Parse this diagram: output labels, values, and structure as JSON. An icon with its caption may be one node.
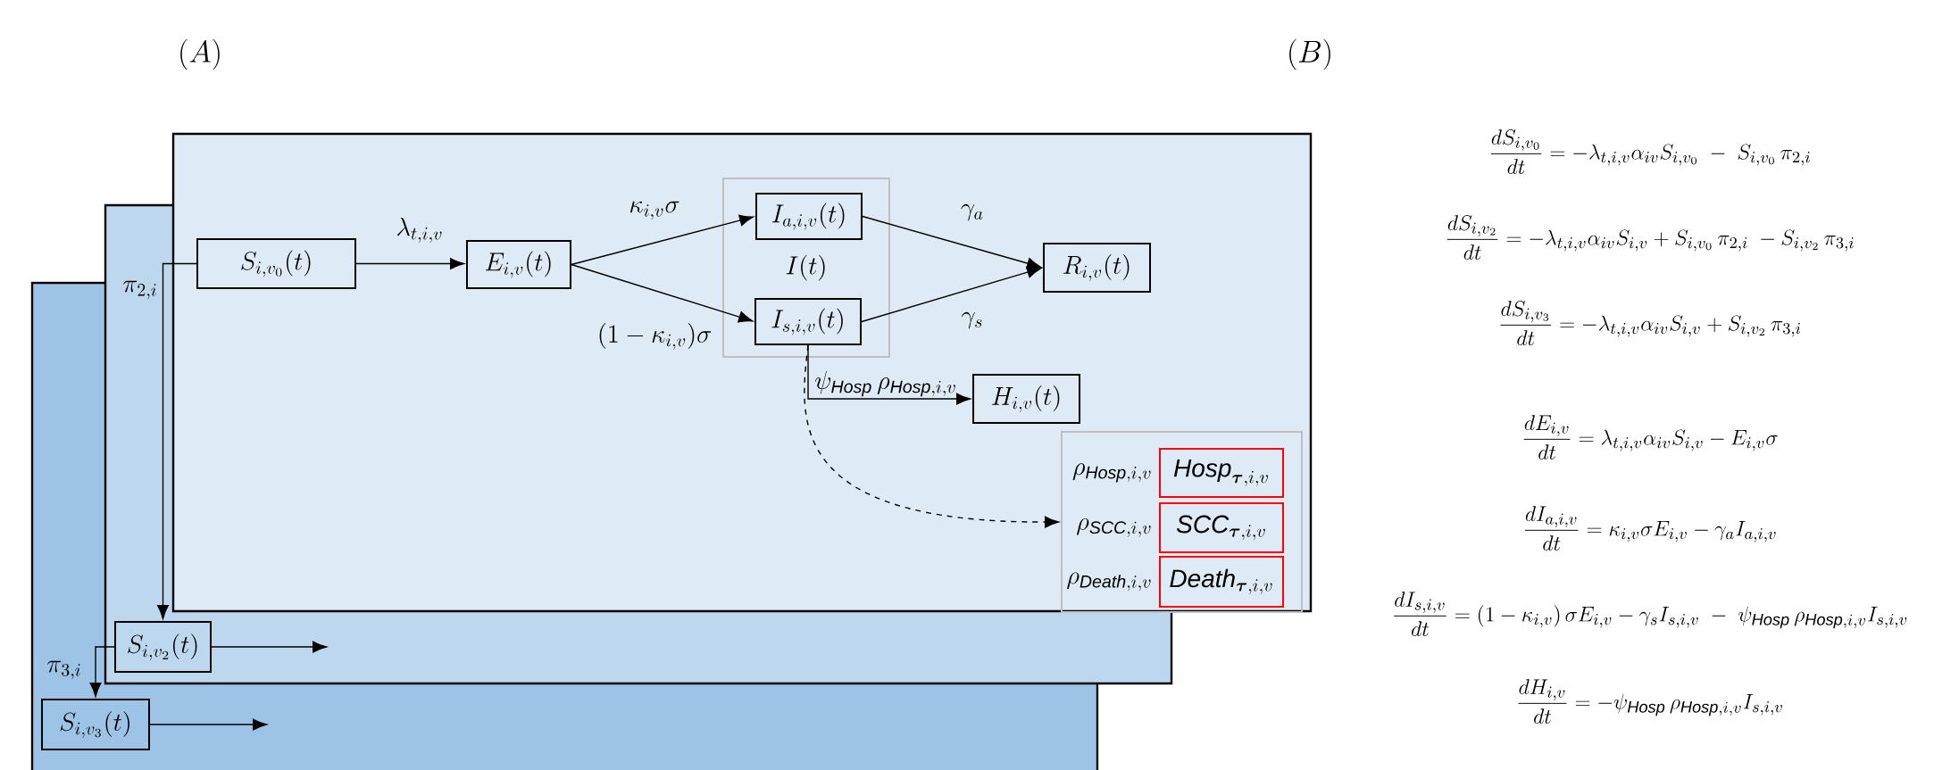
{
  "diagram": {
    "nodes": [
      {
        "text": [
          "S_{i,v_0}(t)"
        ]
      },
      {
        "text": [
          "E_{i,v}(t)"
        ]
      },
      {
        "text": [
          "I(t)"
        ]
      },
      {
        "text": [
          "I_{a,i,v}(t)"
        ],
        "in": 2
      },
      {
        "text": [
          "I_{s,i,v}(t)"
        ],
        "in": 2
      },
      {
        "text": [
          "R_{i,v}(t)"
        ]
      },
      {
        "text": [
          "H_{i,v}(t)"
        ]
      },
      {
        "text": [],
        "shape": "box"
      },
      {
        "text": [
          "\\mathit{Hosp}_{\\boldsymbol{\\tau},i,v}"
        ],
        "beside": [
          "\\rho_{\\mathit{Hosp},i,v}"
        ],
        "in": 7
      },
      {
        "text": [
          "\\mathit{SCC}_{\\boldsymbol{\\tau},i,v}"
        ],
        "beside": [
          "\\rho_{\\mathit{SCC},i,v}"
        ],
        "in": 7
      },
      {
        "text": [
          "\\mathit{Death}_{\\boldsymbol{\\tau},i,v}"
        ],
        "beside": [
          "\\rho_{\\mathit{Death},i,v}"
        ],
        "in": 7
      },
      {
        "text": [
          "S_{i,v_2}(t)"
        ]
      },
      {
        "text": [
          "S_{i,v_3}(t)"
        ]
      }
    ],
    "edges": [
      {
        "from": 0,
        "to": 1,
        "arrow": "to",
        "label": "\\lambda_{t,i,v}"
      },
      {
        "from": 1,
        "to": 3,
        "arrow": "to",
        "label": "\\kappa_{i,v}\\sigma"
      },
      {
        "from": 1,
        "to": 4,
        "arrow": "to",
        "label": "(1-\\kappa_{i,v})\\sigma"
      },
      {
        "from": 3,
        "to": 5,
        "arrow": "to",
        "label": "\\gamma_a"
      },
      {
        "from": 4,
        "to": 5,
        "arrow": "to",
        "label": "\\gamma_s"
      },
      {
        "from": 4,
        "to": 6,
        "arrow": "to",
        "label": "\\psi_{\\mathit{Hosp}}\\,\\rho_{\\mathit{Hosp},i,v}"
      },
      {
        "from": 4,
        "to": 7,
        "arrow": "to",
        "style": "dashed"
      },
      {
        "from": 0,
        "to": 11,
        "arrow": "to",
        "label": "\\pi_{2,i}"
      },
      {
        "from": 11,
        "to": 12,
        "arrow": "to",
        "label": "\\pi_{3,i}"
      },
      {
        "from": 11,
        "to": null,
        "arrow": "to"
      },
      {
        "from": 12,
        "to": null,
        "arrow": "to"
      }
    ],
    "labels": [
      "(A)",
      "(B)",
      "\\frac{dS_{i,v_0}}{dt}=-\\lambda_{t,i,v}\\alpha_{iv}S_{i,v_0}\\;-\\;S_{i,v_0}\\,\\pi_{2,i}",
      "\\frac{dS_{i,v_2}}{dt}=-\\lambda_{t,i,v}\\alpha_{iv}S_{i,v}+S_{i,v_0}\\,\\pi_{2,i}\\;-S_{i,v_2}\\,\\pi_{3,i}",
      "\\frac{dS_{i,v_3}}{dt}=-\\lambda_{t,i,v}\\alpha_{iv}S_{i,v}+S_{i,v_2}\\,\\pi_{3,i}",
      "\\frac{dE_{i,v}}{dt}=\\lambda_{t,i,v}\\alpha_{iv}S_{i,v}-E_{i,v}\\sigma",
      "\\frac{dI_{a,i,v}}{dt}=\\kappa_{i,v}\\sigma E_{i,v}-\\gamma_a I_{a,i,v}",
      "\\frac{dI_{s,i,v}}{dt}=\\left(1-\\kappa_{i,v}\\right)\\sigma E_{i,v}-\\gamma_s I_{s,i,v}\\;-\\;\\psi_{\\mathit{Hosp}}\\,\\rho_{\\mathit{Hosp},i,v}I_{s,i,v}",
      "\\frac{dH_{i,v}}{dt}=-\\psi_{\\mathit{Hosp}}\\,\\rho_{\\mathit{Hosp},i,v}I_{s,i,v}"
    ]
  }
}
